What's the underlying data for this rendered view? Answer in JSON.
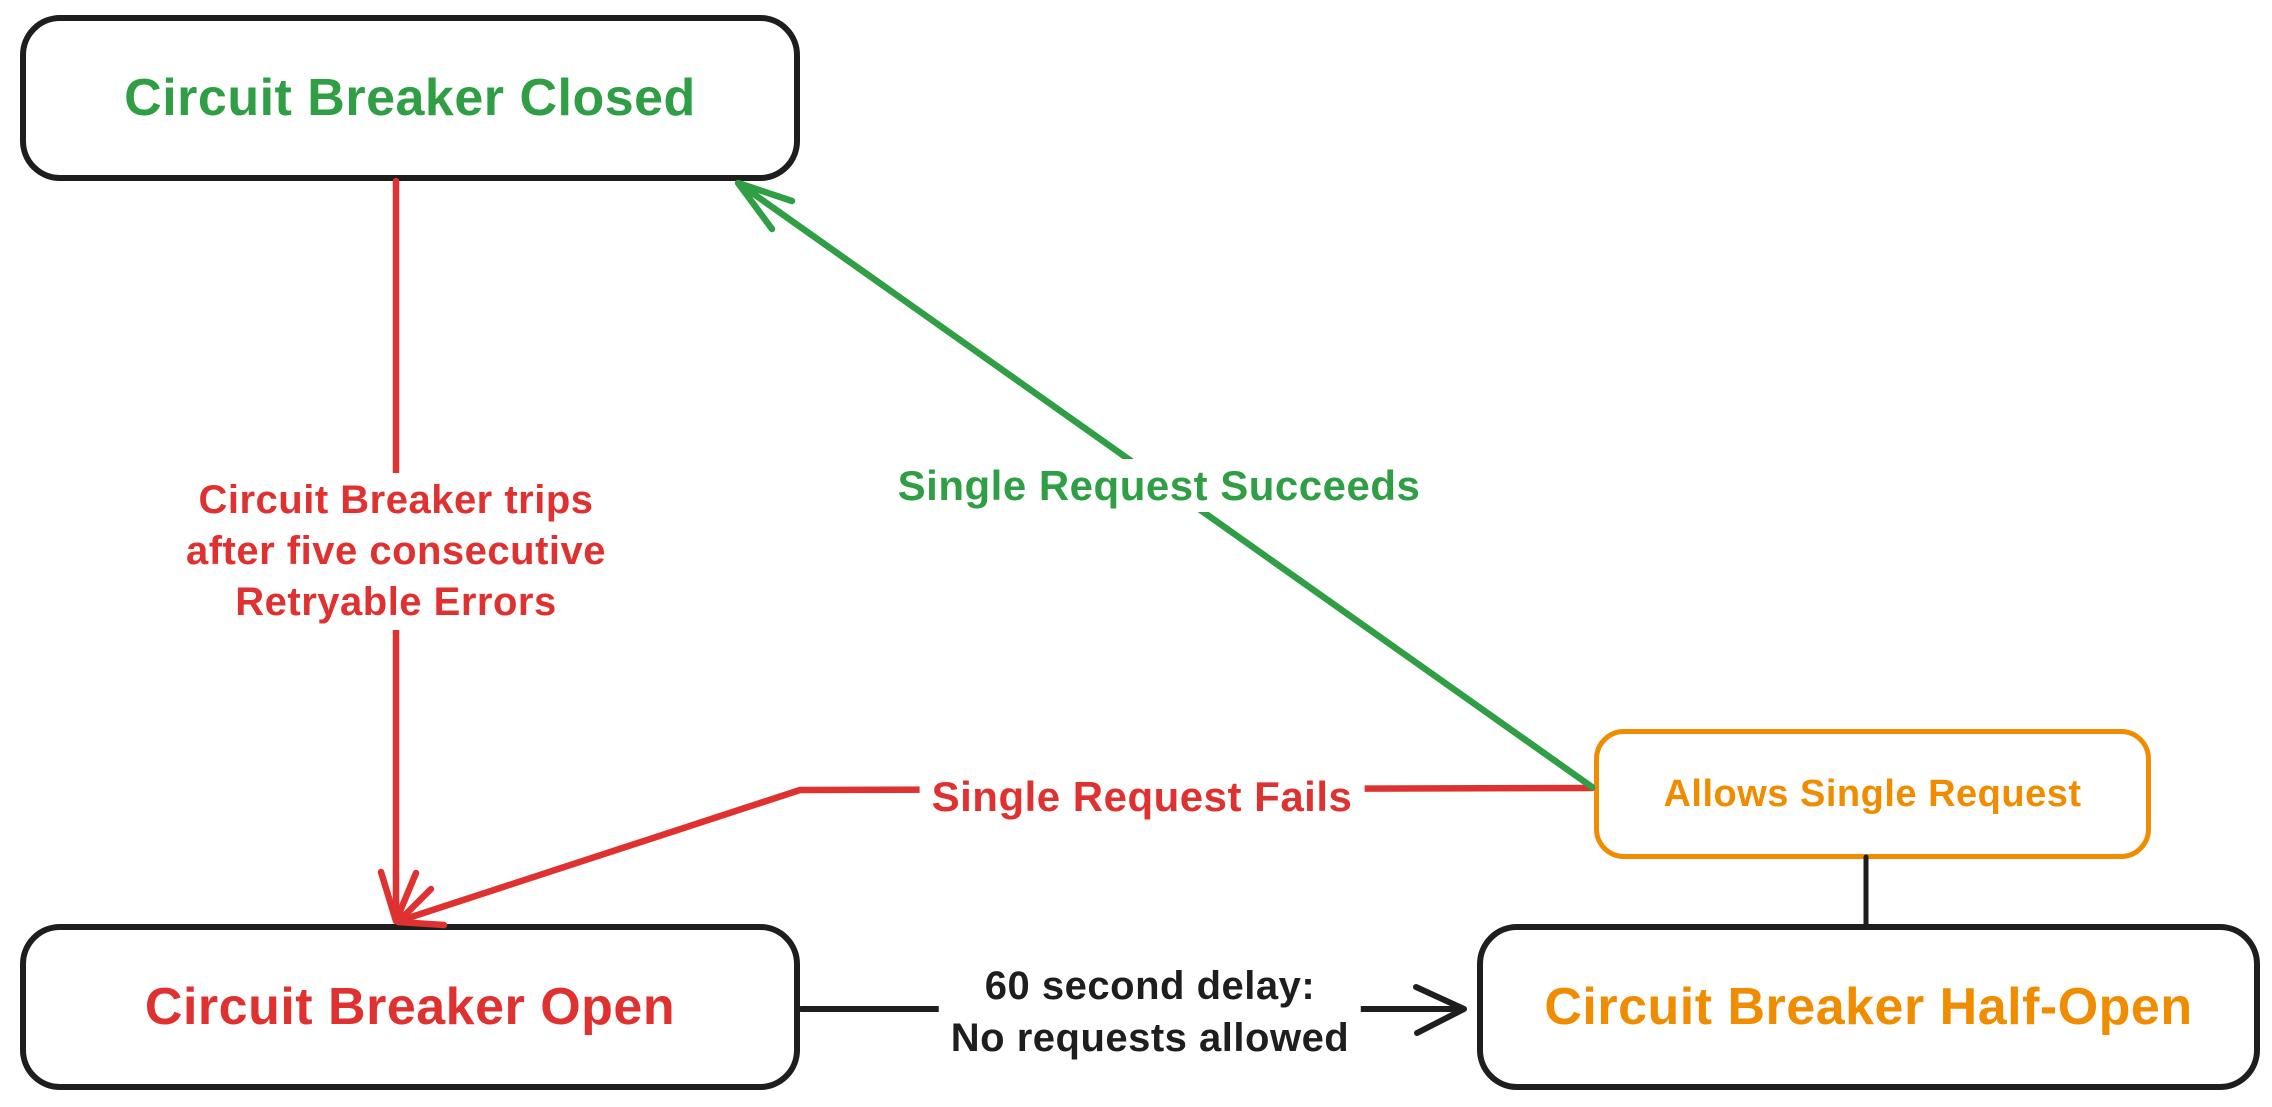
{
  "nodes": {
    "closed": {
      "label": "Circuit Breaker Closed"
    },
    "open": {
      "label": "Circuit Breaker Open"
    },
    "half_open": {
      "label": "Circuit Breaker Half-Open"
    },
    "allows": {
      "label": "Allows Single Request"
    }
  },
  "edges": {
    "trip": {
      "from": "closed",
      "to": "open",
      "lines": [
        "Circuit Breaker trips",
        "after five consecutive",
        "Retryable Errors"
      ]
    },
    "succeeds": {
      "from": "allows",
      "to": "closed",
      "label": "Single Request Succeeds"
    },
    "fails": {
      "from": "allows",
      "to": "open",
      "label": "Single Request Fails"
    },
    "delay": {
      "from": "open",
      "to": "half_open",
      "lines": [
        "60 second delay:",
        "No requests allowed"
      ]
    },
    "allows_connector": {
      "from": "allows",
      "to": "half_open"
    }
  },
  "colors": {
    "ink": "#1e1e1e",
    "red": "#e03131",
    "green": "#2f9e44",
    "orange": "#f08c00",
    "bg": "#ffffff"
  }
}
